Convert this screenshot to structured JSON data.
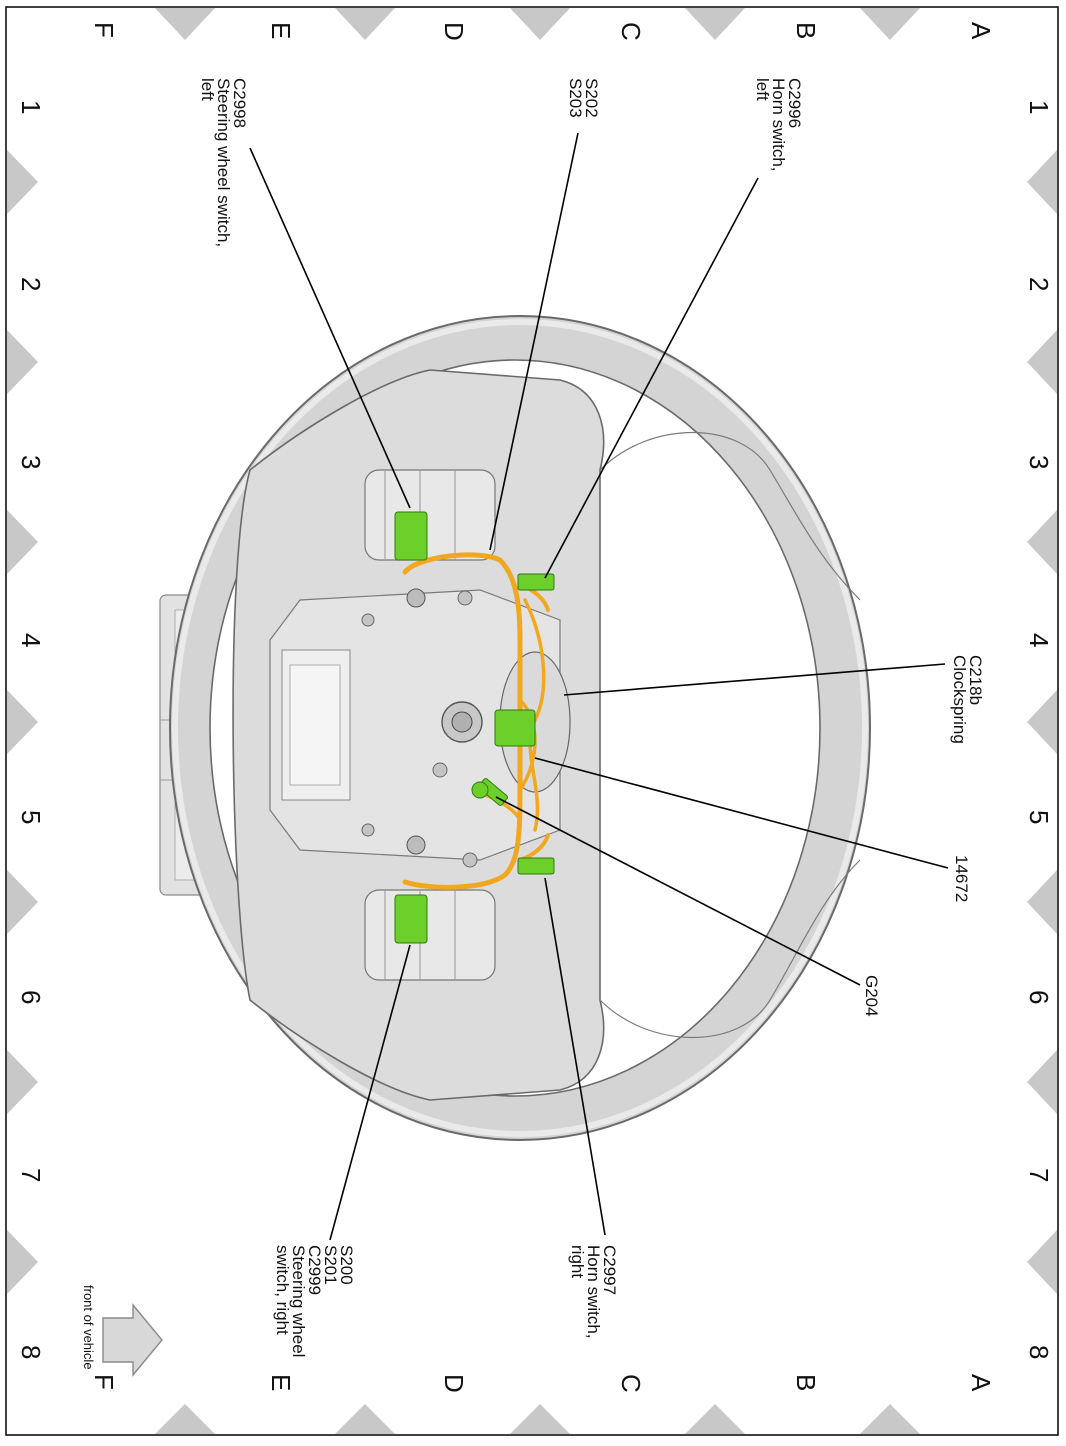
{
  "grid": {
    "rows": [
      "A",
      "B",
      "C",
      "D",
      "E",
      "F"
    ],
    "columns": [
      "1",
      "2",
      "3",
      "4",
      "5",
      "6",
      "7",
      "8"
    ]
  },
  "callouts": {
    "c2998": [
      "C2998",
      "Steering wheel switch,",
      "left"
    ],
    "s202": [
      "S202",
      "S203"
    ],
    "c2996": [
      "C2996",
      "Horn switch,",
      "left"
    ],
    "c218b": [
      "C218b",
      "Clockspring"
    ],
    "p14672": [
      "14672"
    ],
    "g204": [
      "G204"
    ],
    "c2997": [
      "C2997",
      "Horn switch,",
      "right"
    ],
    "s200": [
      "S200",
      "S201",
      "C2999",
      "Steering wheel",
      "switch, right"
    ]
  },
  "orientation": {
    "label": "front of vehicle"
  },
  "colors": {
    "harness": "#f0a820",
    "connector": "#6ccf2a",
    "wheel": "#d4d4d4",
    "marker": "#c8c8c8"
  }
}
